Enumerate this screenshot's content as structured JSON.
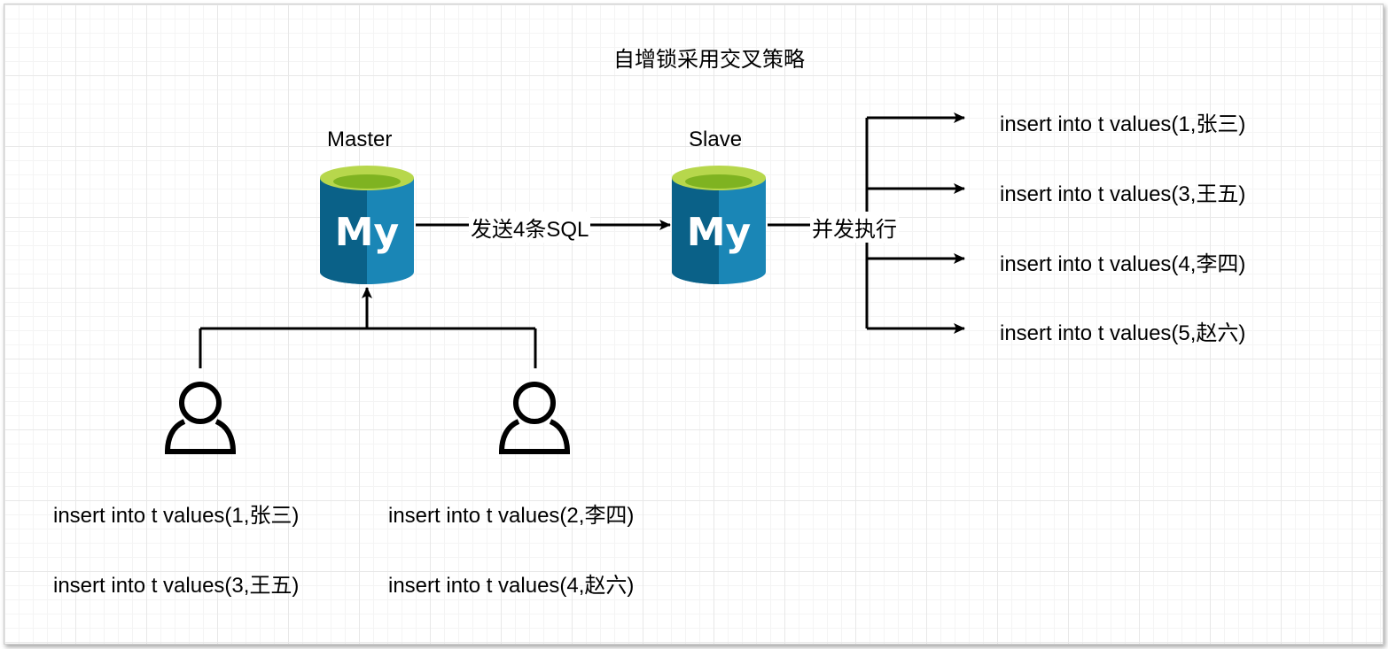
{
  "title": "自增锁采用交叉策略",
  "master": {
    "label": "Master",
    "logo_text": "My"
  },
  "slave": {
    "label": "Slave",
    "logo_text": "My"
  },
  "edges": {
    "send": "发送4条SQL",
    "parallel": "并发执行"
  },
  "client_sql": [
    "insert into t values(1,张三)",
    "insert into t values(2,李四)",
    "insert into t values(3,王五)",
    "insert into t values(4,赵六)"
  ],
  "slave_sql": [
    "insert into t values(1,张三)",
    "insert into t values(3,王五)",
    "insert into t values(4,李四)",
    "insert into t values(5,赵六)"
  ],
  "colors": {
    "db_dark": "#0a6188",
    "db_light": "#1a86b6",
    "db_top_ring": "#b7d74c",
    "db_top_inner": "#7fb321",
    "line": "#000000"
  }
}
